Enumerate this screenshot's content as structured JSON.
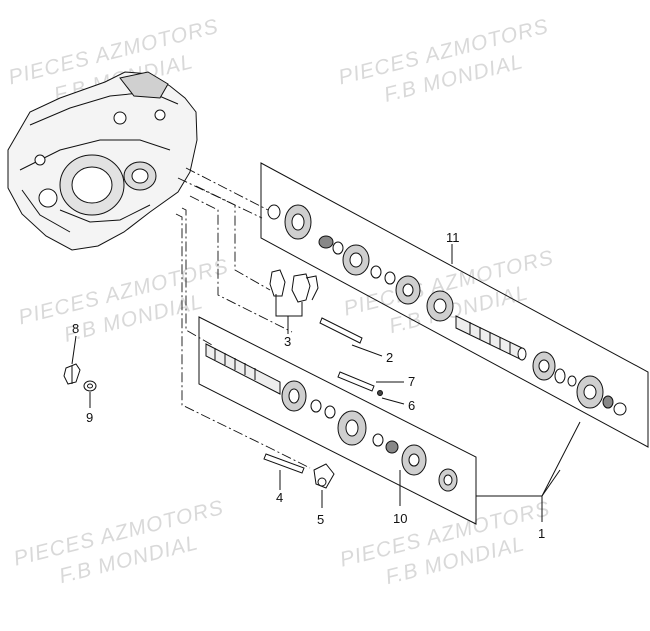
{
  "watermarks": [
    {
      "line1": "PIECES AZMOTORS",
      "line2": "F.B MONDIAL"
    },
    {
      "line1": "PIECES AZMOTORS",
      "line2": "F.B MONDIAL"
    },
    {
      "line1": "PIECES AZMOTORS",
      "line2": "F.B MONDIAL"
    },
    {
      "line1": "PIECES AZMOTORS",
      "line2": "F.B MONDIAL"
    },
    {
      "line1": "PIECES AZMOTORS",
      "line2": "F.B MONDIAL"
    },
    {
      "line1": "PIECES AZMOTORS",
      "line2": "F.B MONDIAL"
    }
  ],
  "callouts": {
    "c1": "1",
    "c2": "2",
    "c3": "3",
    "c4": "4",
    "c5": "5",
    "c6": "6",
    "c7": "7",
    "c8": "8",
    "c9": "9",
    "c10": "10",
    "c11": "11"
  },
  "colors": {
    "line": "#111111",
    "watermark": "#d9d9d9",
    "background": "#ffffff"
  }
}
